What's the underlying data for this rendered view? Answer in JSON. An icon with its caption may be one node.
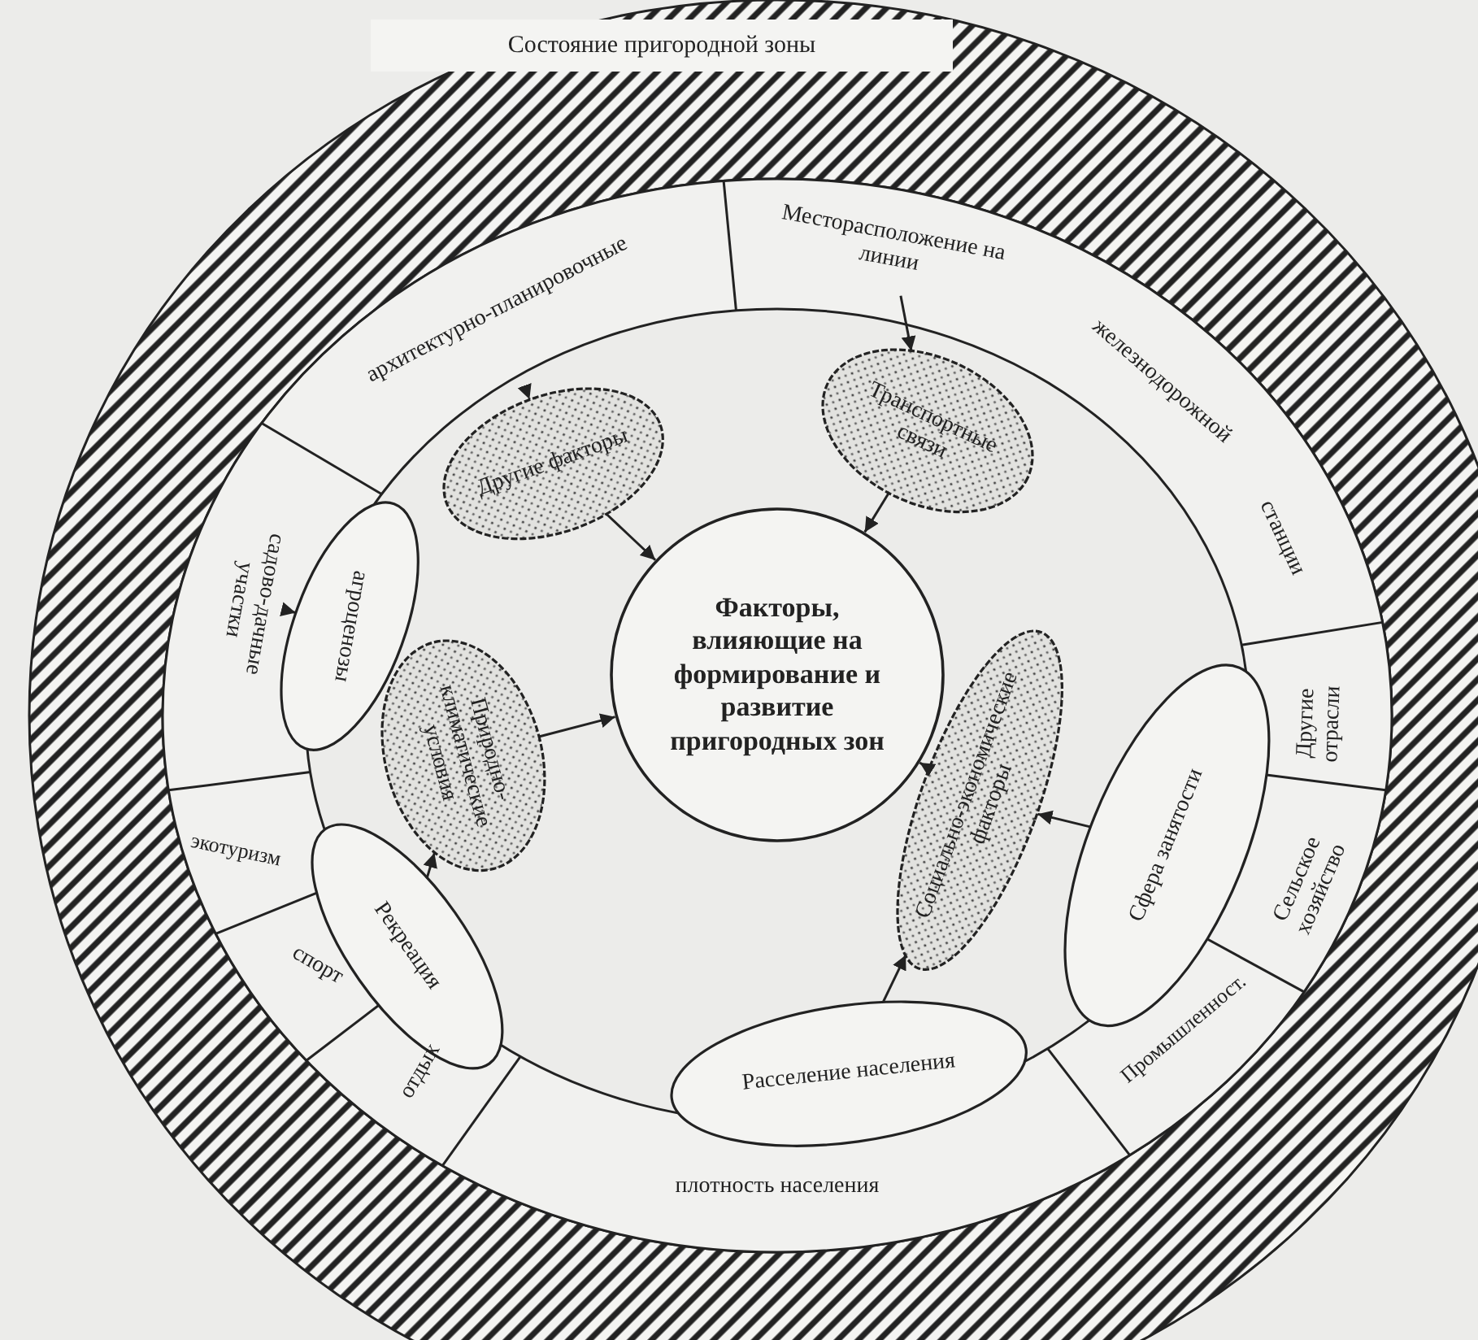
{
  "diagram": {
    "nodes": [
      {
        "text": [
          "Состояние пригородной зоны"
        ]
      },
      {
        "text": [
          "архитектурно-планировочные"
        ]
      },
      {
        "text": [
          "Месторасположение на линии",
          "железнодорожной",
          "станции"
        ]
      },
      {
        "text": [
          "Другие факторы"
        ]
      },
      {
        "text": [
          "Транспортные связи"
        ]
      },
      {
        "text": [
          "садово-дачные участки"
        ]
      },
      {
        "text": [
          "агроценозы"
        ]
      },
      {
        "text": [
          "Природно-климатические условия"
        ]
      },
      {
        "text": [
          "Факторы, влияющие на формирование и развитие пригородных зон"
        ]
      },
      {
        "text": [
          "Социально-экономические факторы"
        ]
      },
      {
        "text": [
          "Сфера занятости"
        ]
      },
      {
        "text": [
          "Другие отрасли"
        ]
      },
      {
        "text": [
          "экотуризм"
        ]
      },
      {
        "text": [
          "Рекреация"
        ]
      },
      {
        "text": [
          "Сельское хозяйство"
        ]
      },
      {
        "text": [
          "спорт"
        ]
      },
      {
        "text": [
          "отдых"
        ]
      },
      {
        "text": [
          "Расселение населения"
        ]
      },
      {
        "text": [
          "Промышленност."
        ]
      },
      {
        "text": [
          "плотность населения"
        ]
      }
    ],
    "edges": [
      {
        "from": 1,
        "to": 3,
        "arrow": "to"
      },
      {
        "from": 2,
        "to": 4,
        "arrow": "to"
      },
      {
        "from": 3,
        "to": 8,
        "arrow": "to"
      },
      {
        "from": 4,
        "to": 8,
        "arrow": "to"
      },
      {
        "from": 5,
        "to": 6,
        "arrow": "to"
      },
      {
        "from": 7,
        "to": 8,
        "arrow": "to"
      },
      {
        "from": 13,
        "to": 7,
        "arrow": "to"
      },
      {
        "from": 10,
        "to": 9,
        "arrow": "to"
      },
      {
        "from": 9,
        "to": 8,
        "arrow": "to"
      },
      {
        "from": 17,
        "to": 9,
        "arrow": "to"
      }
    ]
  }
}
